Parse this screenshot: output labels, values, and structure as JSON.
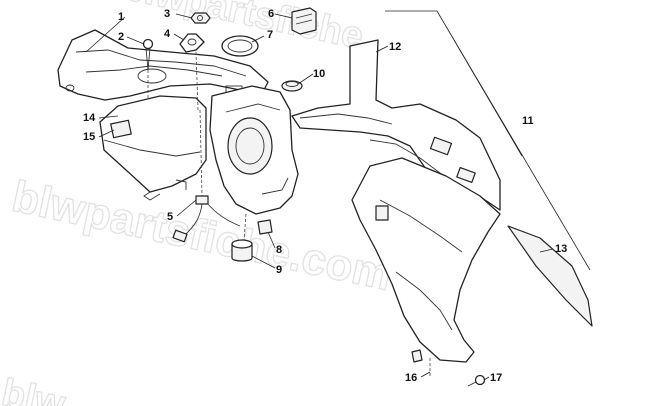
{
  "watermark": {
    "text": "blwpartsfiche.com",
    "top_fragment": "blwpartsfiche",
    "bottom_fragment": "blw"
  },
  "callouts": [
    {
      "id": "1",
      "label": "1"
    },
    {
      "id": "2",
      "label": "2"
    },
    {
      "id": "3",
      "label": "3"
    },
    {
      "id": "4",
      "label": "4"
    },
    {
      "id": "5",
      "label": "5"
    },
    {
      "id": "6",
      "label": "6"
    },
    {
      "id": "7",
      "label": "7"
    },
    {
      "id": "8",
      "label": "8"
    },
    {
      "id": "9",
      "label": "9"
    },
    {
      "id": "10",
      "label": "10"
    },
    {
      "id": "11",
      "label": "11"
    },
    {
      "id": "12",
      "label": "12"
    },
    {
      "id": "13",
      "label": "13"
    },
    {
      "id": "14",
      "label": "14"
    },
    {
      "id": "15",
      "label": "15"
    },
    {
      "id": "16",
      "label": "16"
    },
    {
      "id": "17",
      "label": "17"
    }
  ]
}
